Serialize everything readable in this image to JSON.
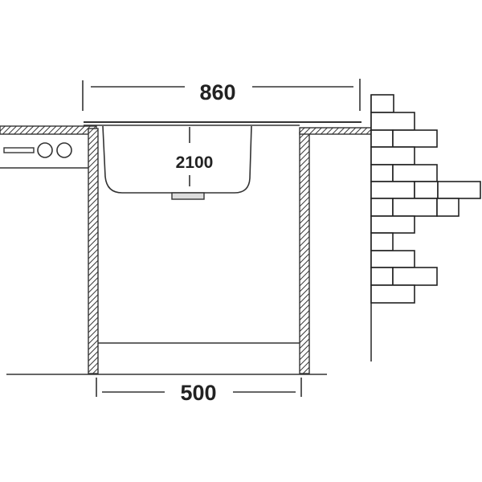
{
  "dimensions": {
    "width_total": "860",
    "depth": "2100",
    "cabinet_width": "500"
  },
  "colors": {
    "line": "#333333",
    "background": "#ffffff"
  }
}
